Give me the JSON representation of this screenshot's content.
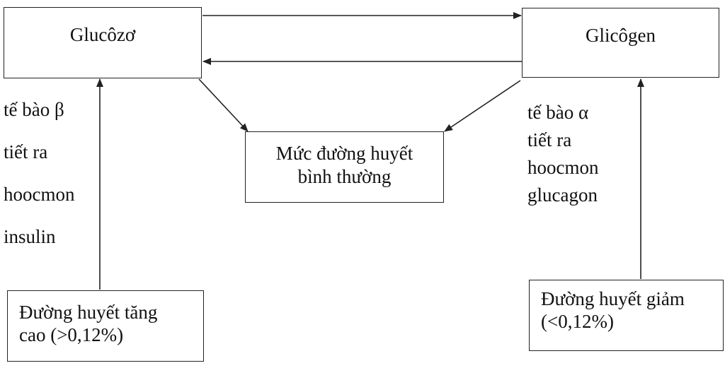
{
  "nodes": {
    "glucose": "Glucôzơ",
    "glycogen": "Glicôgen",
    "normal_level": [
      "Mức đường huyết",
      "bình thường"
    ],
    "high_level": [
      "Đường huyết tăng",
      "cao (>0,12%)"
    ],
    "low_level": [
      "Đường huyết giảm",
      "(<0,12%)"
    ]
  },
  "labels": {
    "beta_cells": [
      "tế bào β",
      "tiết ra",
      "hoocmon",
      "insulin"
    ],
    "alpha_cells": [
      "tế bào α",
      "tiết ra",
      "hoocmon",
      "glucagon"
    ]
  },
  "colors": {
    "line": "#222222",
    "text": "#111111",
    "background": "#ffffff"
  }
}
